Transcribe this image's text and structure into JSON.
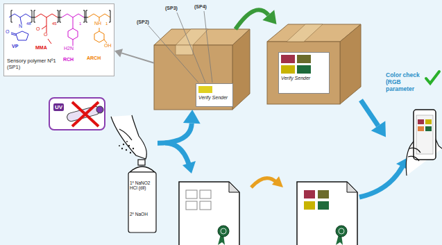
{
  "diagram": {
    "nodes": [
      {
        "text": [
          "Sensory polymer Nº1 (SP1)"
        ]
      },
      {
        "text": [
          "Verify Sender"
        ]
      },
      {
        "text": [
          "Verify Sender"
        ]
      },
      {
        "text": [
          "Color check (RGB parameter"
        ]
      },
      {
        "text": [
          "UV"
        ]
      },
      {
        "text": [
          "1º NaNO2 HCl (dil)",
          "2º NaOH"
        ]
      }
    ],
    "edges": [
      {
        "from": 1,
        "to": 0,
        "arrow": "to"
      },
      {
        "from": 1,
        "to": 2,
        "arrow": "to"
      },
      {
        "from": 2,
        "to": 3,
        "arrow": "to"
      },
      {
        "from": 5,
        "to": 1,
        "arrow": "to"
      }
    ],
    "labels": [
      "VP",
      "MMA",
      "RCH",
      "ARCH",
      "O",
      "N",
      "48",
      "O",
      "O",
      "45",
      "H2N",
      "1",
      "NH",
      "OH",
      "1",
      "(SP2)",
      "(SP3)",
      "(SP4)"
    ]
  }
}
